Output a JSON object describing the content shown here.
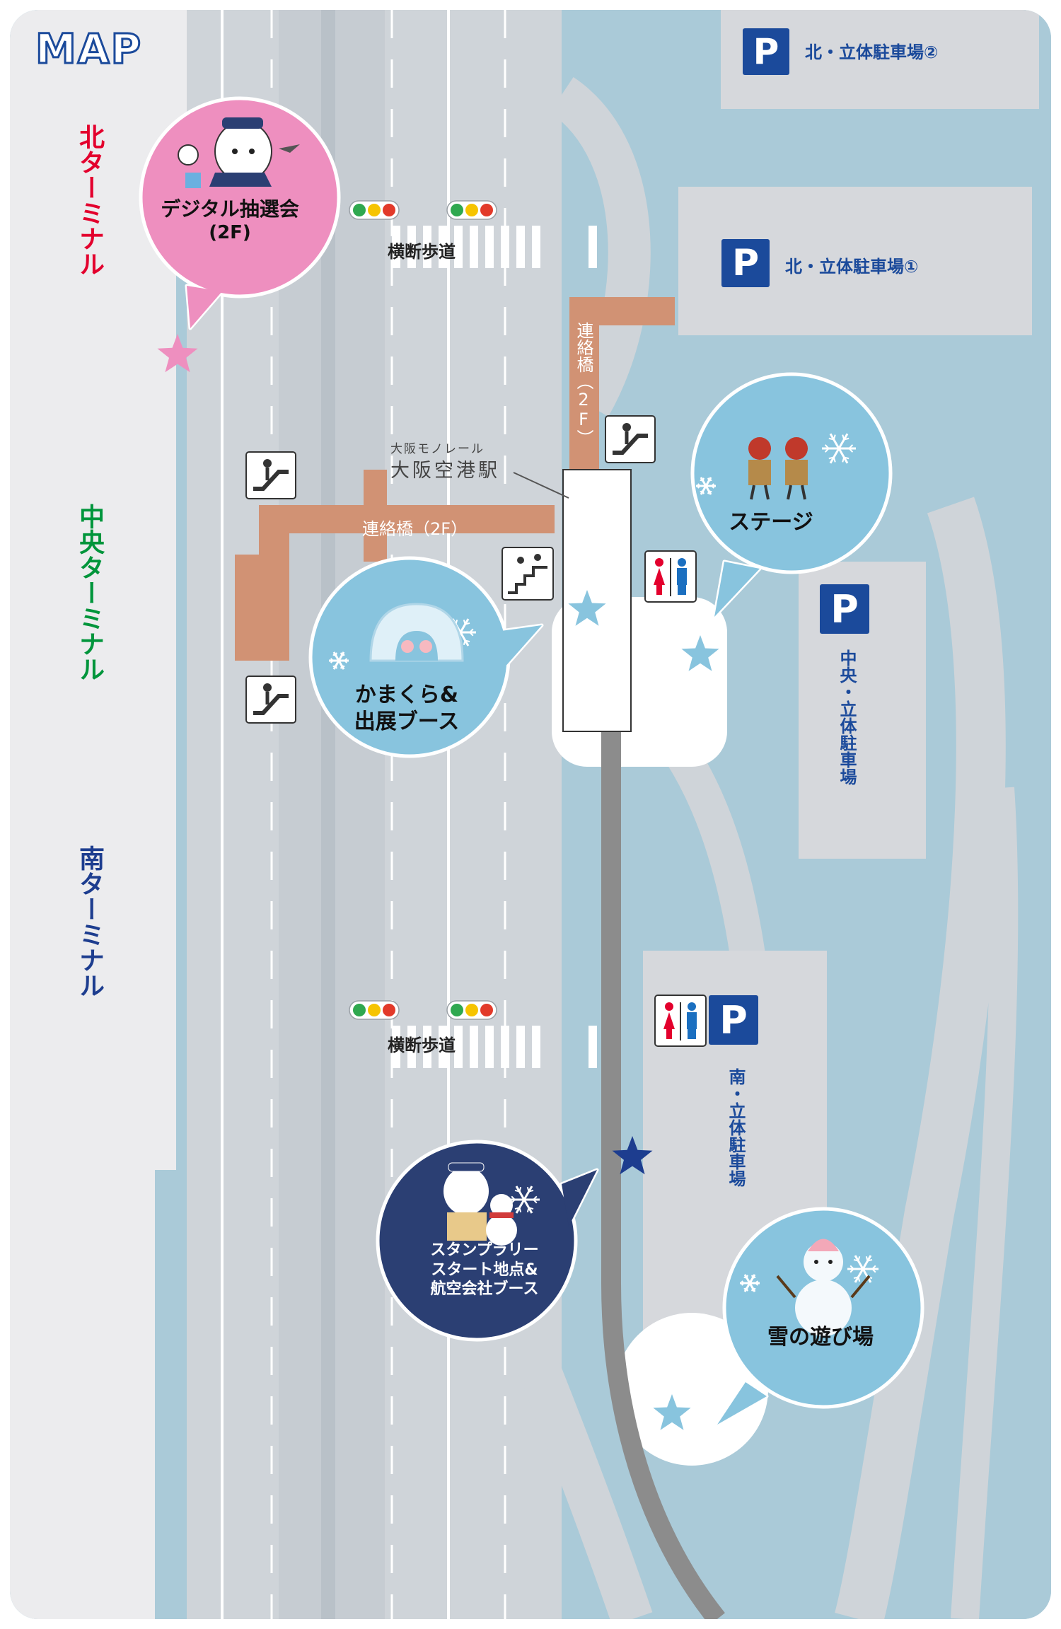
{
  "map_title": "MAP",
  "terminals": {
    "north": "北ターミナル",
    "central": "中央ターミナル",
    "south": "南ターミナル"
  },
  "parking": {
    "icon_letter": "P",
    "north2": "北・立体駐車場②",
    "north1": "北・立体駐車場①",
    "central": "中央・立体駐車場",
    "south": "南・立体駐車場"
  },
  "crosswalk": {
    "north": "横断歩道",
    "south": "横断歩道"
  },
  "bridges": {
    "upper": "連絡橋（2F）",
    "main": "連絡橋（2F）"
  },
  "station": {
    "name_small": "大阪モノレール",
    "name_large": "大阪空港駅"
  },
  "spots": {
    "lottery": {
      "line1": "デジタル抽選会",
      "line2": "(2F)"
    },
    "stage": {
      "line1": "ステージ"
    },
    "kamakura": {
      "line1": "かまくら&",
      "line2": "出展ブース"
    },
    "stamp": {
      "line1": "スタンプラリー",
      "line2": "スタート地点&",
      "line3": "航空会社ブース"
    },
    "snow": {
      "line1": "雪の遊び場"
    }
  },
  "colors": {
    "water": "#aacad8",
    "road": "#cfd4d9",
    "terminal": "#ececee",
    "building": "#d6d8dc",
    "bridge": "#d19274",
    "parking_blue": "#1b4a9b",
    "north_red": "#e3002d",
    "central_green": "#00953b",
    "south_navy": "#1d3d8f",
    "lottery_pink": "#ee8fbf",
    "spot_blue": "#88c4de",
    "stamp_navy": "#2b3f73",
    "monorail": "#8c8c8c"
  }
}
